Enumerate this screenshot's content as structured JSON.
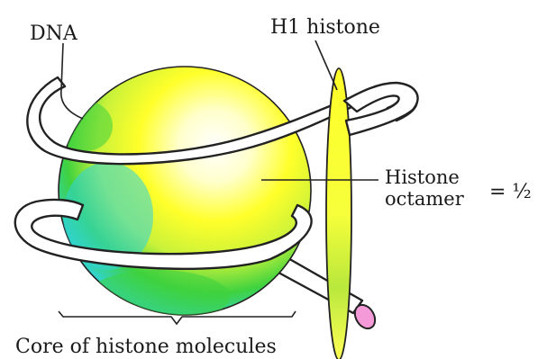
{
  "labels": {
    "dna": "DNA",
    "h1": "H1 histone",
    "octamer_line1": "Histone",
    "octamer_line2": "octamer",
    "fraction": "= ½",
    "core": "Core of histone molecules"
  },
  "colors": {
    "yellow": "#ffff2a",
    "green": "#3fd23f",
    "cyan": "#2fd3dc",
    "outline": "#222222"
  }
}
